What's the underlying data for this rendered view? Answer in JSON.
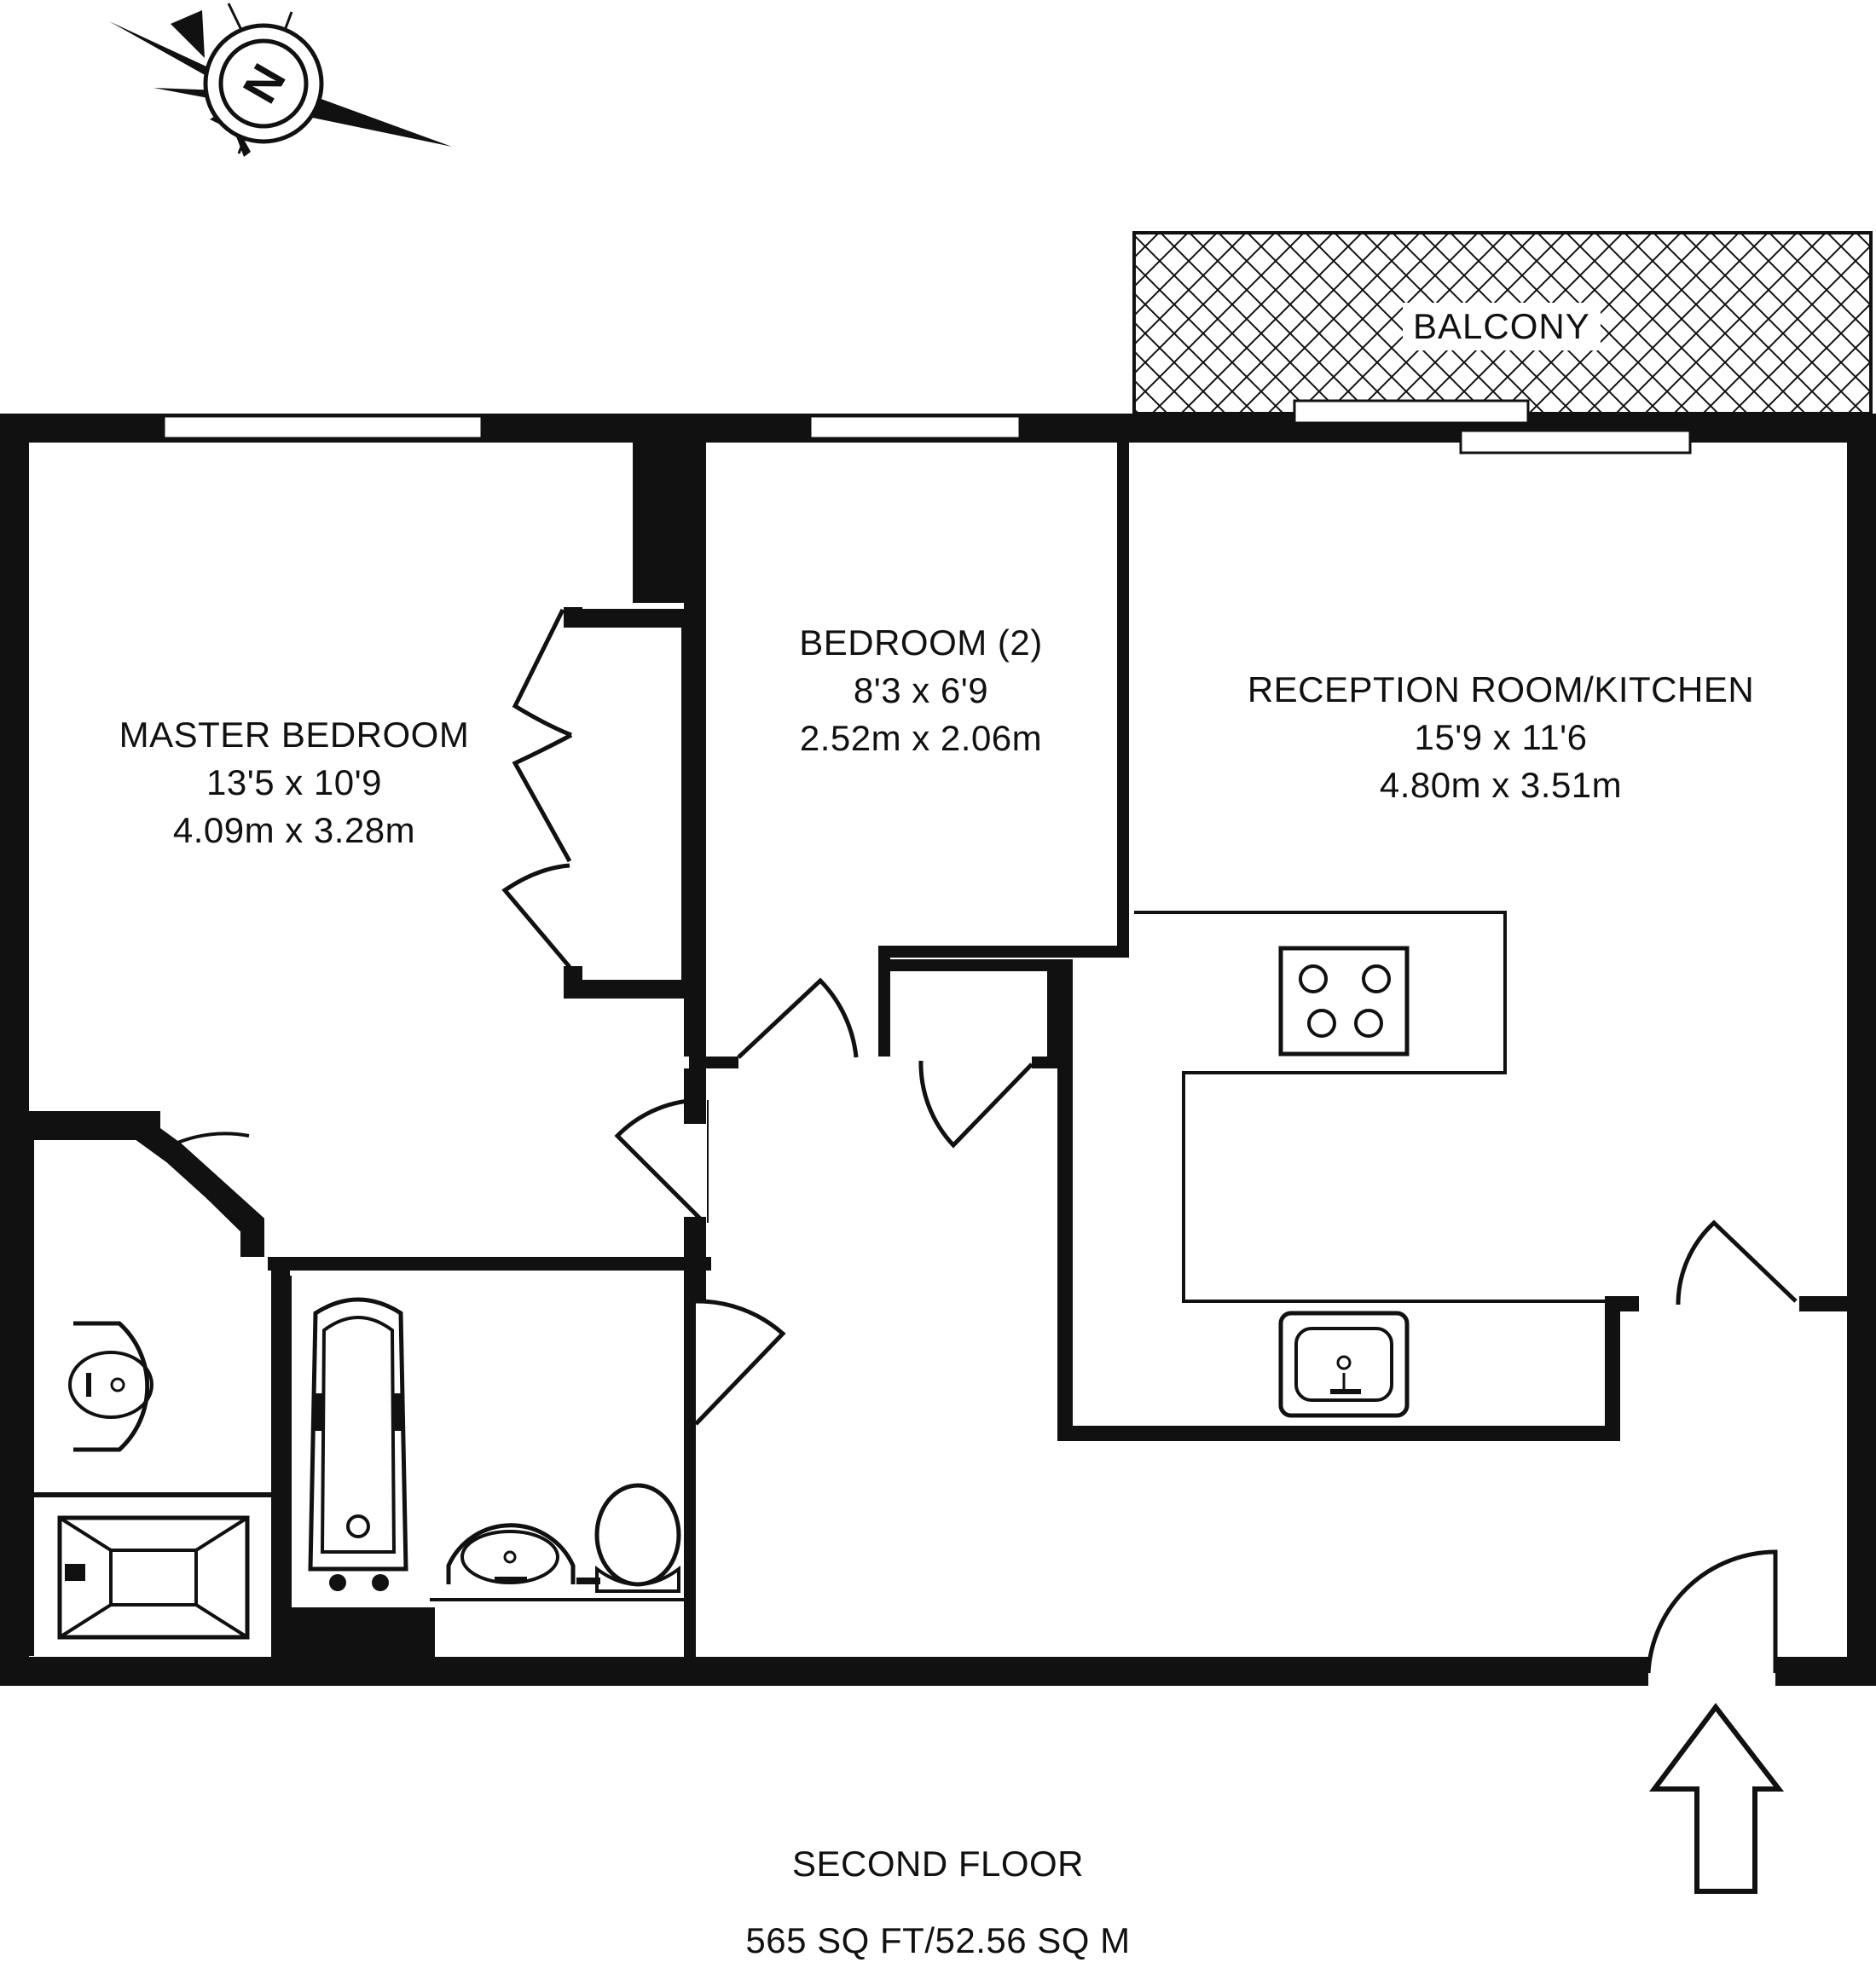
{
  "compass": {
    "letter": "N",
    "icon": "north-compass-icon"
  },
  "rooms": {
    "balcony": {
      "name": "BALCONY"
    },
    "master_bedroom": {
      "name": "MASTER BEDROOM",
      "dims_imperial": "13'5 x 10'9",
      "dims_metric": "4.09m x 3.28m"
    },
    "bedroom2": {
      "name": "BEDROOM (2)",
      "dims_imperial": "8'3 x 6'9",
      "dims_metric": "2.52m x 2.06m"
    },
    "reception": {
      "name": "RECEPTION ROOM/KITCHEN",
      "dims_imperial": "15'9 x 11'6",
      "dims_metric": "4.80m x 3.51m"
    }
  },
  "floor": {
    "name": "SECOND FLOOR",
    "area": "565 SQ FT/52.56 SQ M"
  },
  "entrance": {
    "icon": "entrance-arrow-icon"
  }
}
